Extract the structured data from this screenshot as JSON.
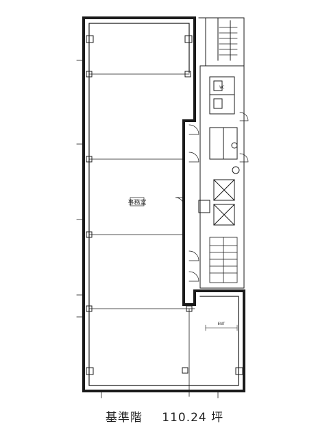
{
  "plan": {
    "office_label": "事務室",
    "wc_label": "WC",
    "entrance_label": "ENT"
  },
  "caption": {
    "floor_label": "基準階",
    "area_text": "110.24 坪"
  },
  "colors": {
    "line": "#1a1a1a",
    "paper": "#ffffff"
  }
}
